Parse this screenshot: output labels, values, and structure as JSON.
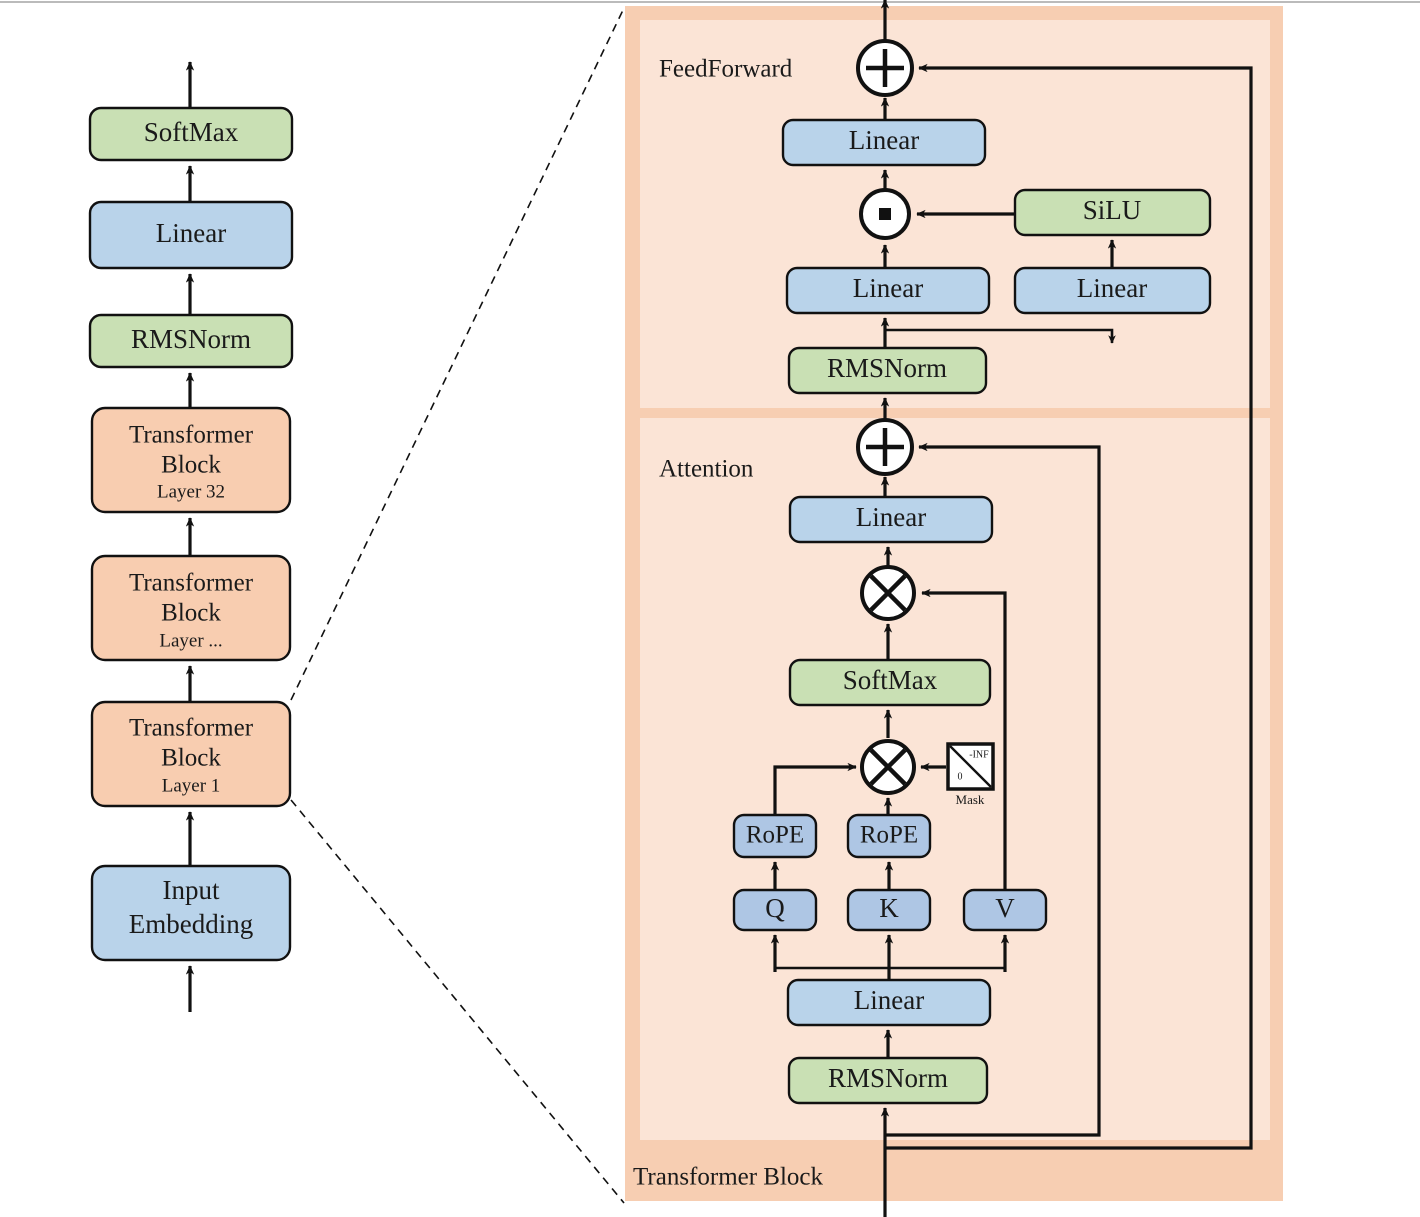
{
  "diagram": {
    "title": "Transformer (LLaMA-style) architecture diagram",
    "colors": {
      "blue_fill": "#b9d3ea",
      "blue_deep_fill": "#aec6e4",
      "green_fill": "#c9e0b4",
      "orange_fill": "#f8cdb0",
      "panel_outer_fill": "#f7ceb2",
      "panel_inner_fill": "#fbe4d6",
      "stroke": "#111111",
      "page_bg": "#ffffff"
    },
    "left_stack": {
      "name": "model-overview-stack",
      "nodes": [
        {
          "id": "softmax",
          "label": "SoftMax",
          "sublabel": "",
          "kind": "green"
        },
        {
          "id": "linear",
          "label": "Linear",
          "sublabel": "",
          "kind": "blue"
        },
        {
          "id": "rmsnorm",
          "label": "RMSNorm",
          "sublabel": "",
          "kind": "green"
        },
        {
          "id": "block32",
          "label": "Transformer\nBlock",
          "line1": "Transformer",
          "line2": "Block",
          "sublabel": "Layer 32",
          "kind": "orange"
        },
        {
          "id": "blockdots",
          "label": "Transformer\nBlock",
          "line1": "Transformer",
          "line2": "Block",
          "sublabel": "Layer ...",
          "kind": "orange"
        },
        {
          "id": "block1",
          "label": "Transformer\nBlock",
          "line1": "Transformer",
          "line2": "Block",
          "sublabel": "Layer 1",
          "kind": "orange"
        },
        {
          "id": "inputemb",
          "label": "Input\nEmbedding",
          "line1": "Input",
          "line2": "Embedding",
          "sublabel": "",
          "kind": "blue"
        }
      ]
    },
    "detail_panel": {
      "name": "transformer-block-detail",
      "footer_label": "Transformer Block",
      "feedforward": {
        "label": "FeedForward",
        "nodes": [
          {
            "id": "ff-add",
            "label": "+",
            "kind": "op-add"
          },
          {
            "id": "ff-linear-out",
            "label": "Linear",
            "kind": "blue"
          },
          {
            "id": "ff-mul",
            "label": "·",
            "kind": "op-dot"
          },
          {
            "id": "ff-silu",
            "label": "SiLU",
            "kind": "green"
          },
          {
            "id": "ff-linear-gate",
            "label": "Linear",
            "kind": "blue"
          },
          {
            "id": "ff-linear-up",
            "label": "Linear",
            "kind": "blue"
          },
          {
            "id": "ff-rmsnorm",
            "label": "RMSNorm",
            "kind": "green"
          }
        ]
      },
      "attention": {
        "label": "Attention",
        "nodes": [
          {
            "id": "attn-add",
            "label": "+",
            "kind": "op-add"
          },
          {
            "id": "attn-linear-out",
            "label": "Linear",
            "kind": "blue"
          },
          {
            "id": "attn-matmul-v",
            "label": "×",
            "kind": "op-mul"
          },
          {
            "id": "attn-softmax",
            "label": "SoftMax",
            "kind": "green"
          },
          {
            "id": "attn-matmul-qk",
            "label": "×",
            "kind": "op-mul"
          },
          {
            "id": "attn-mask",
            "label": "Mask",
            "upper": "-INF",
            "lower": "0",
            "kind": "mask"
          },
          {
            "id": "rope-q",
            "label": "RoPE",
            "kind": "blue-deep"
          },
          {
            "id": "rope-k",
            "label": "RoPE",
            "kind": "blue-deep"
          },
          {
            "id": "q",
            "label": "Q",
            "kind": "blue-deep"
          },
          {
            "id": "k",
            "label": "K",
            "kind": "blue-deep"
          },
          {
            "id": "v",
            "label": "V",
            "kind": "blue-deep"
          },
          {
            "id": "attn-linear-qkv",
            "label": "Linear",
            "kind": "blue"
          },
          {
            "id": "attn-rmsnorm",
            "label": "RMSNorm",
            "kind": "green"
          }
        ]
      }
    }
  }
}
